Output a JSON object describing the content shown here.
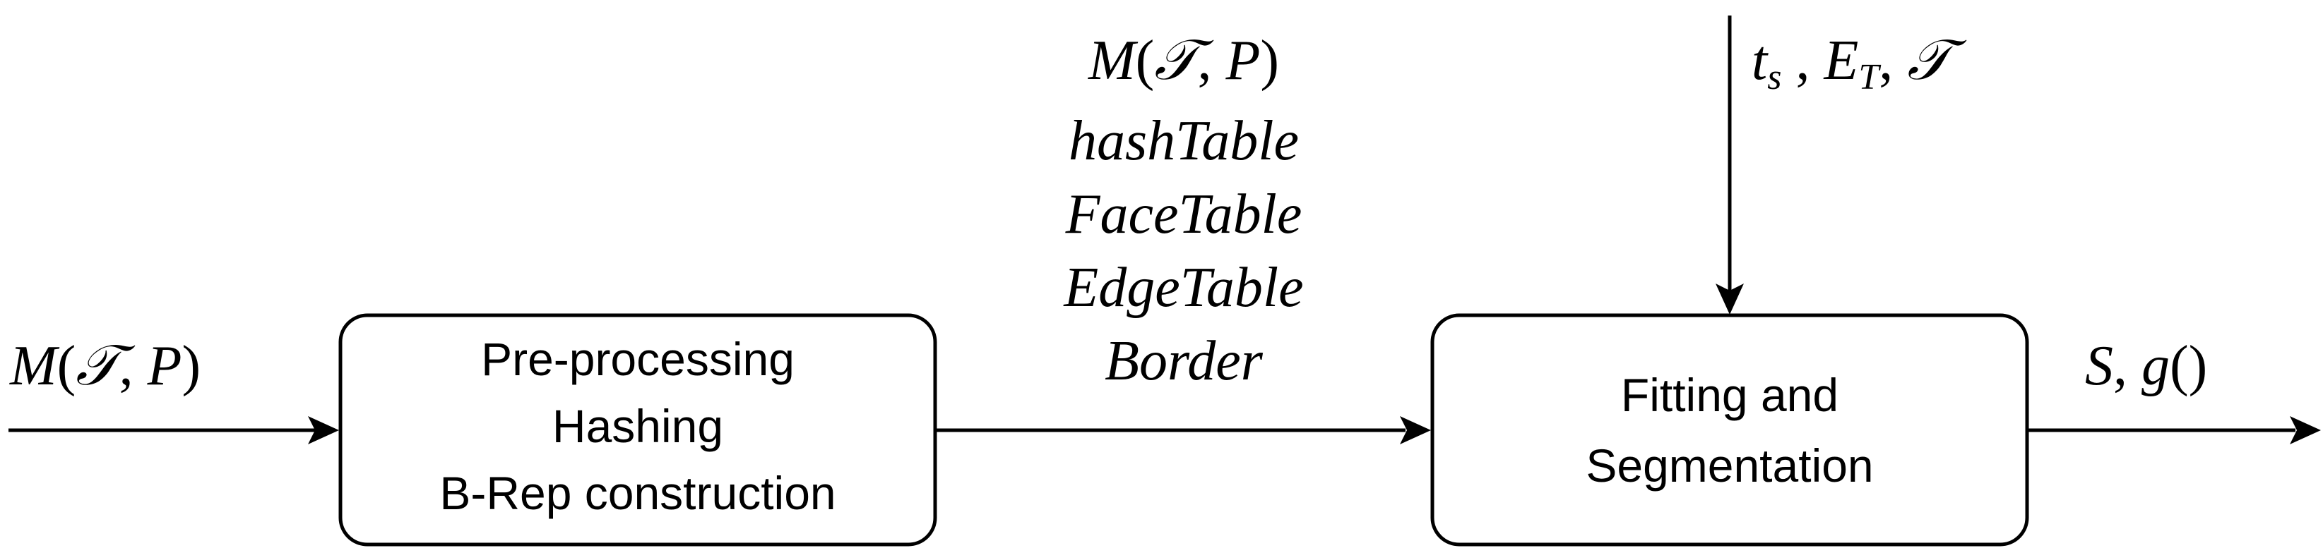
{
  "input_label": {
    "M": "M",
    "open": "(",
    "T": "𝒯",
    "comma": ", ",
    "P": "P",
    "close": ")"
  },
  "box1": {
    "line1": "Pre-processing",
    "line2": "Hashing",
    "line3": "B-Rep construction"
  },
  "middle_label": {
    "line1": {
      "M": "M",
      "open": "(",
      "T": "𝒯",
      "comma": ", ",
      "P": "P",
      "close": ")"
    },
    "line2": "hashTable",
    "line3": "FaceTable",
    "line4": "EdgeTable",
    "line5": "Border"
  },
  "top_label": {
    "t": "t",
    "t_sub": "s",
    "sep1": " , ",
    "E": "E",
    "E_sub": "T",
    "sep2": ", ",
    "script_T": "𝒯"
  },
  "box2": {
    "line1": "Fitting and",
    "line2": "Segmentation"
  },
  "output_label": {
    "S": "S",
    "comma": ", ",
    "g": "g",
    "parens": "()"
  }
}
